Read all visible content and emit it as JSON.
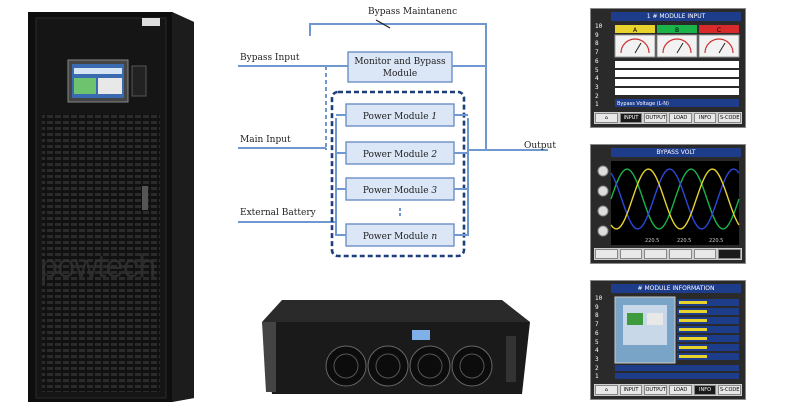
{
  "diagram": {
    "bypass_maintenance": "Bypass Maintanenc",
    "bypass_input": "Bypass Input",
    "main_input": "Main Input",
    "external_battery": "External Battery",
    "output": "Output",
    "monitor_line1": "Monitor and Bypass",
    "monitor_line2": "Module",
    "module_prefix": "Power Module",
    "modules": [
      "1",
      "2",
      "3",
      "n"
    ]
  },
  "brand": "powtech",
  "panels": {
    "input": {
      "title": "1 # MODULE INPUT",
      "rows": [
        "10",
        "9",
        "8",
        "7",
        "6",
        "5",
        "4",
        "3",
        "2",
        "1"
      ],
      "tabs": [
        "INPUT",
        "OUTPUT",
        "LOAD",
        "INFO",
        "S-CODE"
      ],
      "active_tab": "INPUT",
      "status": "Bypass Voltage (L-N)",
      "phases": [
        "A",
        "B",
        "C"
      ]
    },
    "volt": {
      "title": "BYPASS VOLT",
      "readings": [
        "220.5",
        "220.5",
        "220.5"
      ]
    },
    "info": {
      "title": "# MODULE INFORMATION",
      "rows": [
        "10",
        "9",
        "8",
        "7",
        "6",
        "5",
        "4",
        "3",
        "2",
        "1"
      ],
      "tabs": [
        "INPUT",
        "OUTPUT",
        "LOAD",
        "INFO",
        "S-CODE"
      ],
      "active_tab": "INFO"
    }
  },
  "colors": {
    "wire": "#6f98d0",
    "module_fill": "#dbe6f6",
    "dashed_frame": "#1f3f7a",
    "sine_green": "#19b34a",
    "sine_blue": "#2a48d8",
    "sine_yellow": "#e8d22c"
  }
}
